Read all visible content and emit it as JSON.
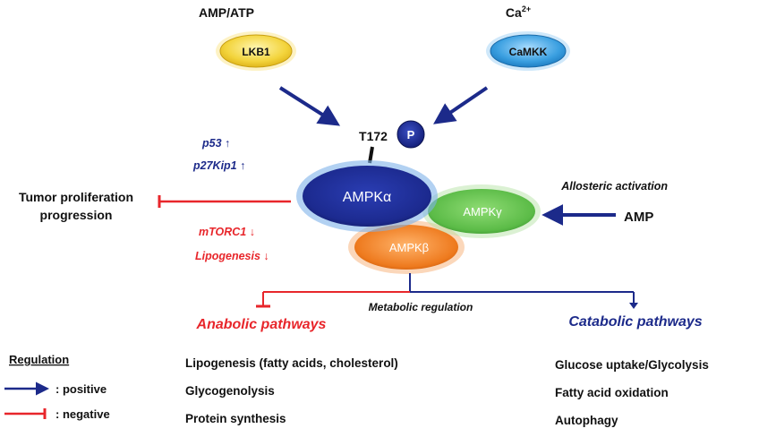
{
  "inputs": {
    "amp_atp": "AMP/ATP",
    "ca_base": "Ca",
    "ca_sup": "2+",
    "lkb1": "LKB1",
    "camkk": "CaMKK"
  },
  "phospho": {
    "site": "T172",
    "p": "P"
  },
  "subunits": {
    "alpha": "AMPKα",
    "gamma": "AMPKγ",
    "beta": "AMPKβ"
  },
  "allosteric": {
    "label": "Allosteric activation",
    "amp": "AMP"
  },
  "tumor": {
    "line1": "Tumor proliferation",
    "line2": "progression",
    "up1": "p53 ↑",
    "up2": "p27Kip1 ↑",
    "down1": "mTORC1 ↓",
    "down2": "Lipogenesis ↓"
  },
  "regulation": {
    "label": "Metabolic regulation"
  },
  "anabolic": {
    "title": "Anabolic pathways",
    "items": [
      "Lipogenesis (fatty acids, cholesterol)",
      "Glycogenolysis",
      "Protein synthesis"
    ]
  },
  "catabolic": {
    "title": "Catabolic pathways",
    "items": [
      "Glucose uptake/Glycolysis",
      "Fatty acid oxidation",
      "Autophagy"
    ]
  },
  "legend": {
    "title": "Regulation",
    "positive": ": positive",
    "negative": ": negative"
  },
  "colors": {
    "navy": "#1c2a8a",
    "red": "#e8262b",
    "lkb1": "#f3d43c",
    "camkk": "#3a9fe0",
    "alpha": "#1c2a8f",
    "gamma": "#5bbb47",
    "beta": "#ee7a1e"
  }
}
